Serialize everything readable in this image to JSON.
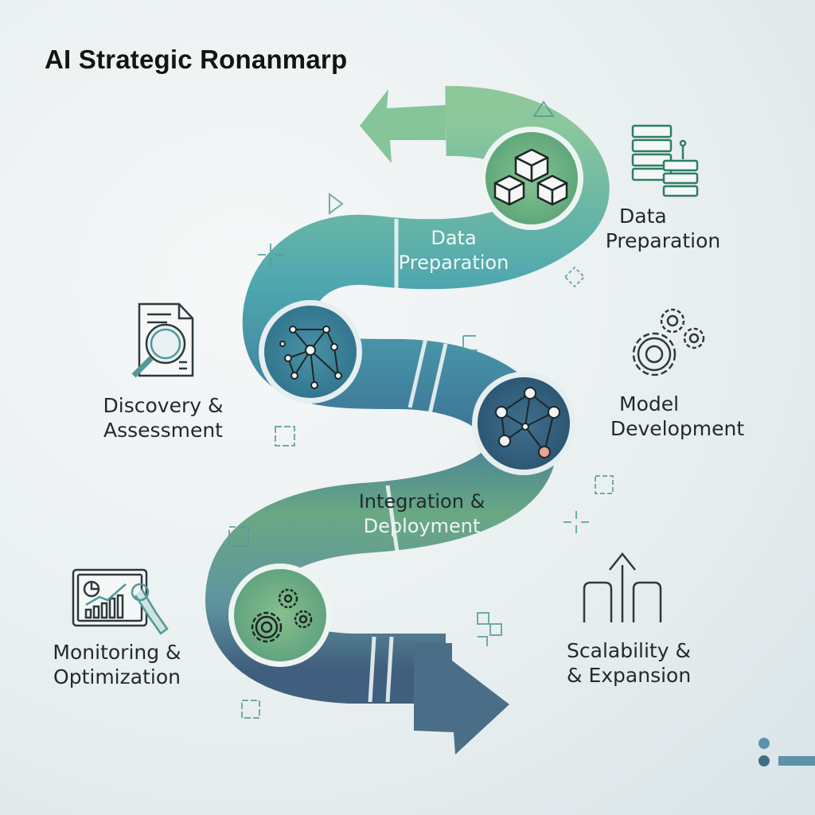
{
  "title": "AI Strategic Ronanmarp",
  "path_labels": {
    "top": [
      "Data",
      "Preparation"
    ],
    "middle": [
      "Integration &",
      "Deployment"
    ]
  },
  "stages": {
    "discovery": [
      "Discovery &",
      "Assessment"
    ],
    "data_prep": [
      "Data",
      "Preparation"
    ],
    "model_dev": [
      "Model",
      "Development"
    ],
    "monitoring": [
      "Monitoring &",
      "Optimization"
    ],
    "scalability": [
      "Scalability &",
      "& Expansion"
    ]
  },
  "colors": {
    "green": "#7fbf86",
    "teal": "#4aa3b1",
    "navy": "#3b6685",
    "icon_stroke": "#2c3a3e",
    "accent_teal": "#4f9a98"
  },
  "icons": {
    "discovery": "document-magnifier-icon",
    "data_prep": "database-stack-icon",
    "model_dev": "gears-icon",
    "monitoring": "dashboard-wrench-icon",
    "scalability": "arrows-up-icon",
    "node_top": "cubes-icon",
    "node_2": "network-icon",
    "node_3": "network-icon",
    "node_4": "gears-icon"
  }
}
